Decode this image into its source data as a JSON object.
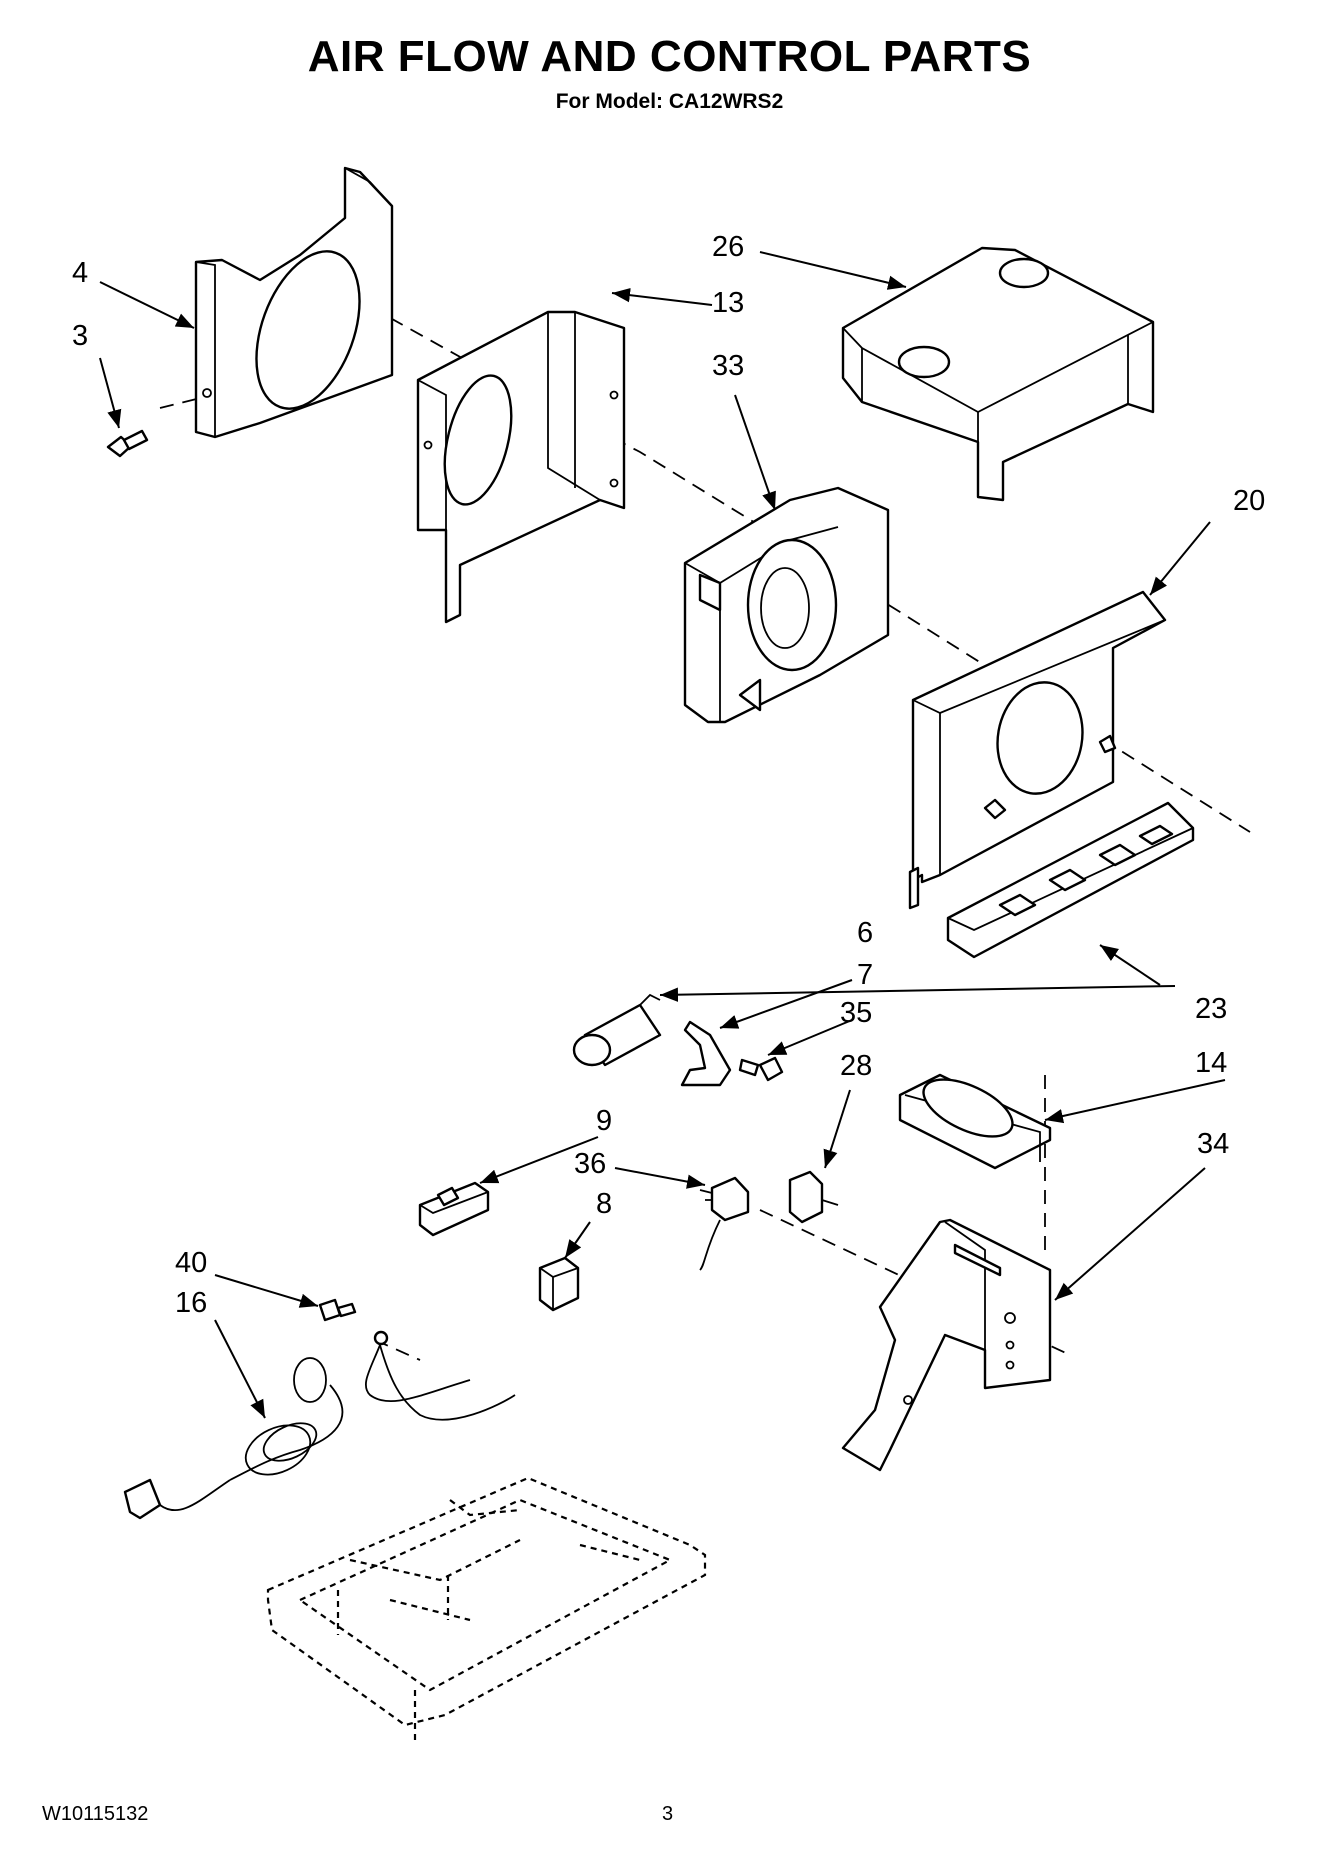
{
  "title": "AIR FLOW AND CONTROL PARTS",
  "subtitle": "For Model: CA12WRS2",
  "footer": {
    "doc_number": "W10115132",
    "page": "3"
  },
  "callouts": {
    "c3": "3",
    "c4": "4",
    "c13": "13",
    "c26": "26",
    "c33": "33",
    "c20": "20",
    "c6": "6",
    "c7": "7",
    "c35": "35",
    "c28": "28",
    "c14": "14",
    "c9": "9",
    "c36": "36",
    "c8": "8",
    "c34": "34",
    "c23": "23",
    "c40": "40",
    "c16": "16"
  }
}
